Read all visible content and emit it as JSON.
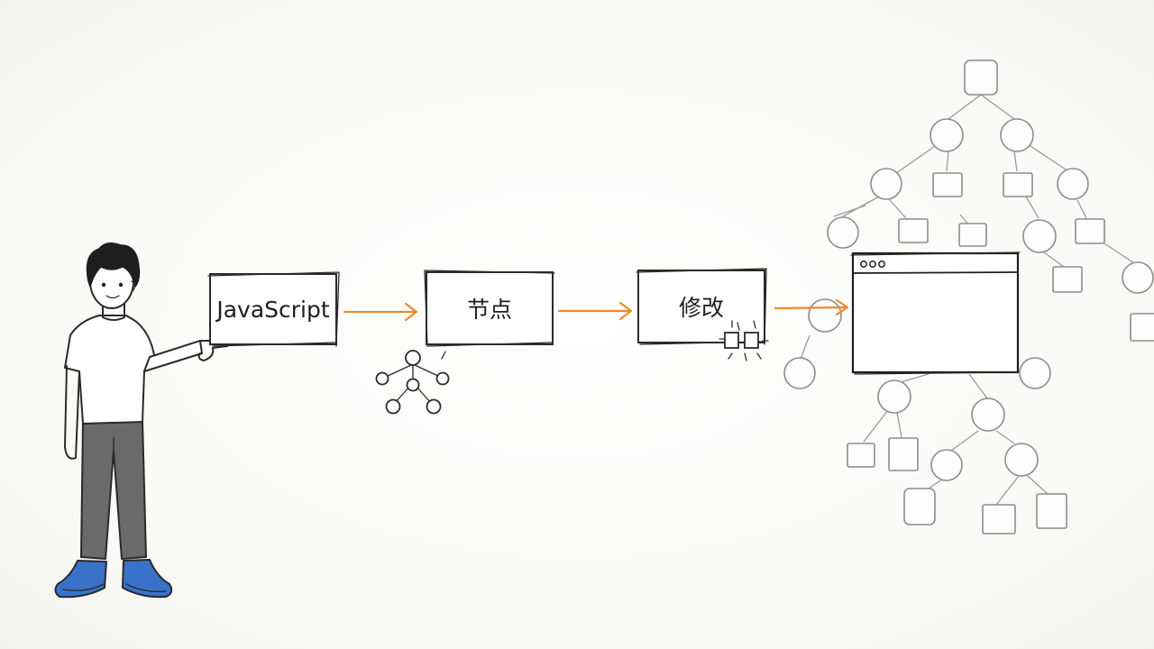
{
  "diagram": {
    "steps": [
      {
        "label": "JavaScript"
      },
      {
        "label": "节点"
      },
      {
        "label": "修改"
      }
    ],
    "colors": {
      "arrow": "#ee8a2a",
      "ink": "#2a2a2a",
      "tree": "#8c8c8c",
      "shoes": "#3a72c9",
      "pants": "#6a6a6a"
    },
    "icons": [
      "person-pointing-icon",
      "node-network-icon",
      "edit-blocks-icon",
      "browser-window-icon",
      "dom-tree-icon"
    ]
  }
}
